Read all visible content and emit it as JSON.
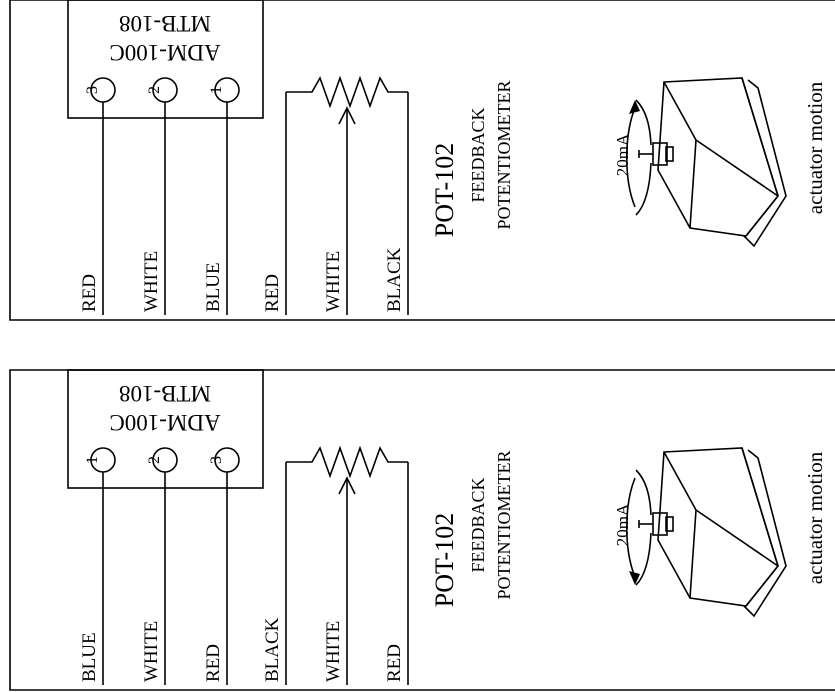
{
  "panels": [
    {
      "id": "top",
      "module": {
        "line1": "MTB-108",
        "line2": "ADM-100C"
      },
      "terminals": [
        "3",
        "2",
        "1"
      ],
      "module_wires": [
        "RED",
        "WHITE",
        "BLUE"
      ],
      "pot_wires": [
        "RED",
        "WHITE",
        "BLACK"
      ],
      "pot_label": "POT-102",
      "feedback_label": "FEEDBACK",
      "potentiometer_label": "POTENTIOMETER",
      "current_label": "20mA",
      "motion_label": "actuator motion",
      "arrow_direction": "up"
    },
    {
      "id": "bottom",
      "module": {
        "line1": "MTB-108",
        "line2": "ADM-100C"
      },
      "terminals": [
        "1",
        "2",
        "3"
      ],
      "module_wires": [
        "BLUE",
        "WHITE",
        "RED"
      ],
      "pot_wires": [
        "BLACK",
        "WHITE",
        "RED"
      ],
      "pot_label": "POT-102",
      "feedback_label": "FEEDBACK",
      "potentiometer_label": "POTENTIOMETER",
      "current_label": "20mA",
      "motion_label": "actuator motion",
      "arrow_direction": "down"
    }
  ]
}
